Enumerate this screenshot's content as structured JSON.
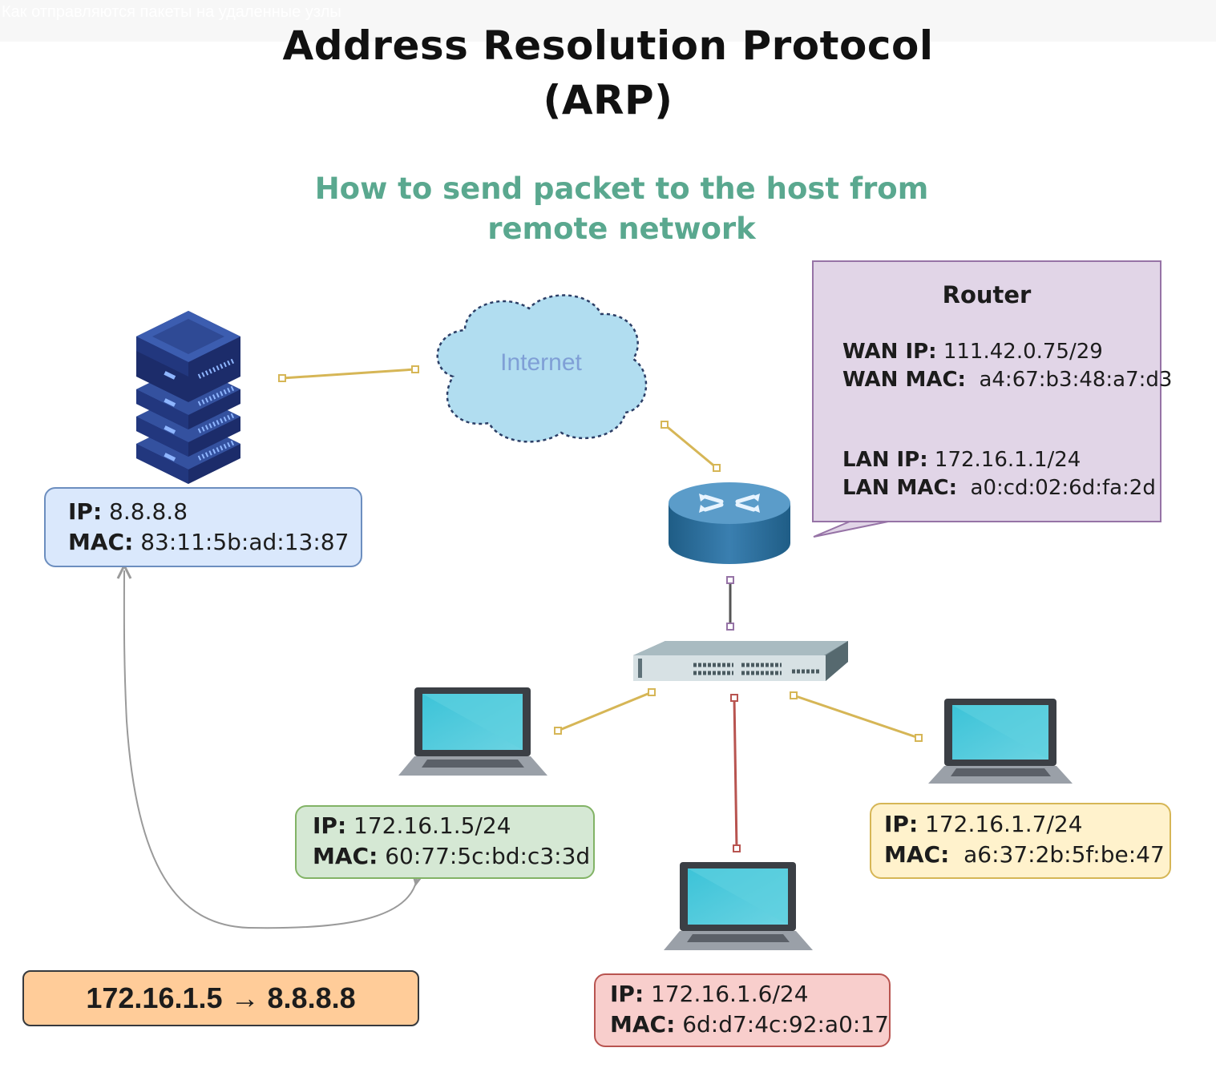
{
  "video_caption": "Как отправляются пакеты на удаленные узлы",
  "title_line1": "Address Resolution Protocol",
  "title_line2": "(ARP)",
  "subtitle_line1": "How to send packet to the host from",
  "subtitle_line2": "remote network",
  "internet_label": "Internet",
  "server": {
    "ip_label": "IP:",
    "ip_value": "8.8.8.8",
    "mac_label": "MAC:",
    "mac_value": "83:11:5b:ad:13:87"
  },
  "router": {
    "title": "Router",
    "wan_ip_label": "WAN IP:",
    "wan_ip_value": "111.42.0.75/29",
    "wan_mac_label": "WAN MAC:",
    "wan_mac_value": "a4:67:b3:48:a7:d3",
    "lan_ip_label": "LAN IP:",
    "lan_ip_value": "172.16.1.1/24",
    "lan_mac_label": "LAN MAC:",
    "lan_mac_value": "a0:cd:02:6d:fa:2d"
  },
  "hosts": [
    {
      "ip_label": "IP:",
      "ip_value": "172.16.1.5/24",
      "mac_label": "MAC:",
      "mac_value": "60:77:5c:bd:c3:3d"
    },
    {
      "ip_label": "IP:",
      "ip_value": "172.16.1.6/24",
      "mac_label": "MAC:",
      "mac_value": "6d:d7:4c:92:a0:17"
    },
    {
      "ip_label": "IP:",
      "ip_value": "172.16.1.7/24",
      "mac_label": "MAC:",
      "mac_value": "a6:37:2b:5f:be:47"
    }
  ],
  "packet": "172.16.1.5 → 8.8.8.8",
  "colors": {
    "title": "#111111",
    "subtitle": "#5aa88f",
    "server_box": "#dae8fc",
    "host5_box": "#d5e8d4",
    "host6_box": "#f8cecc",
    "host7_box": "#fff2cc",
    "router_box": "#e1d5e7",
    "packet_box": "#ffcc99",
    "link_yellow": "#d6b656",
    "link_red": "#b85450",
    "link_purple": "#9673a6",
    "cloud": "#b1ddf0"
  }
}
